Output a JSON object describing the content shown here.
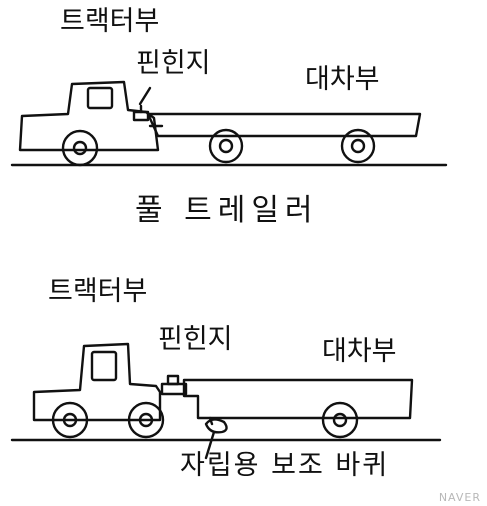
{
  "diagrams": [
    {
      "tractor_label": "트랙터부",
      "hitch_label": "핀힌지",
      "trailer_label": "대차부",
      "caption": "풀 트레일러"
    },
    {
      "tractor_label": "트랙터부",
      "hitch_label": "핀힌지",
      "trailer_label": "대차부",
      "support_wheel_label": "자립용 보조 바퀴"
    }
  ],
  "watermark": "NAVER",
  "colors": {
    "line": "#111111",
    "background": "#ffffff"
  }
}
